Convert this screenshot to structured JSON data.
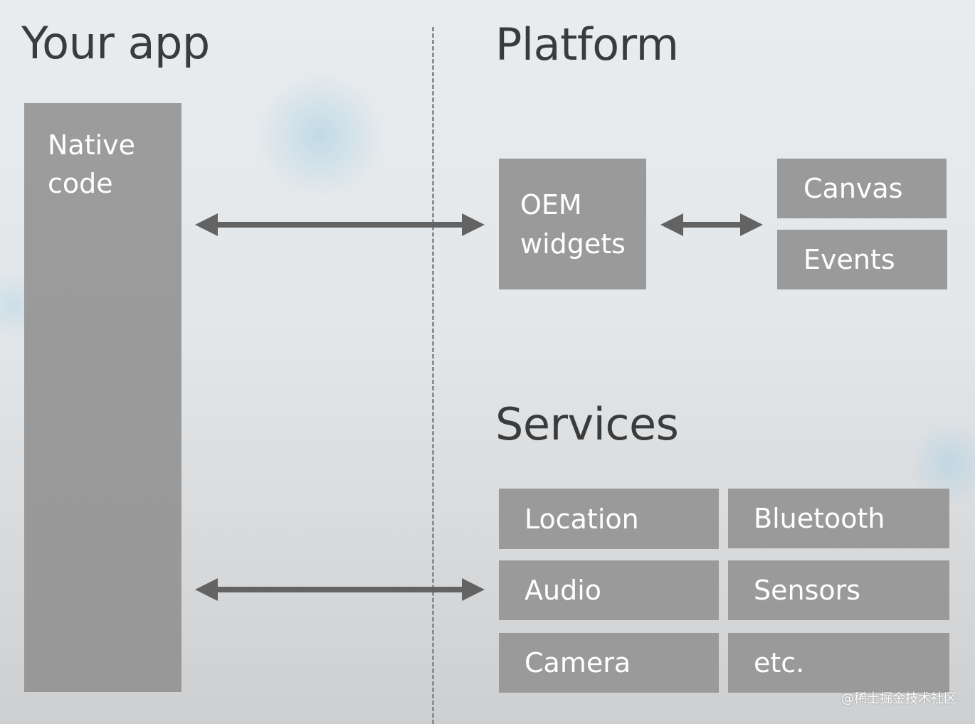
{
  "headings": {
    "your_app": "Your app",
    "platform": "Platform",
    "services": "Services"
  },
  "native_code": {
    "label": "Native\ncode"
  },
  "platform_boxes": {
    "oem_widgets": "OEM\nwidgets",
    "canvas": "Canvas",
    "events": "Events"
  },
  "services": [
    "Location",
    "Bluetooth",
    "Audio",
    "Sensors",
    "Camera",
    "etc."
  ],
  "watermark": "@稀土掘金技术社区",
  "colors": {
    "box_fill": "#9a9a9a",
    "arrow": "#636363",
    "heading_text": "#3b3b3b",
    "box_text": "#ffffff"
  }
}
